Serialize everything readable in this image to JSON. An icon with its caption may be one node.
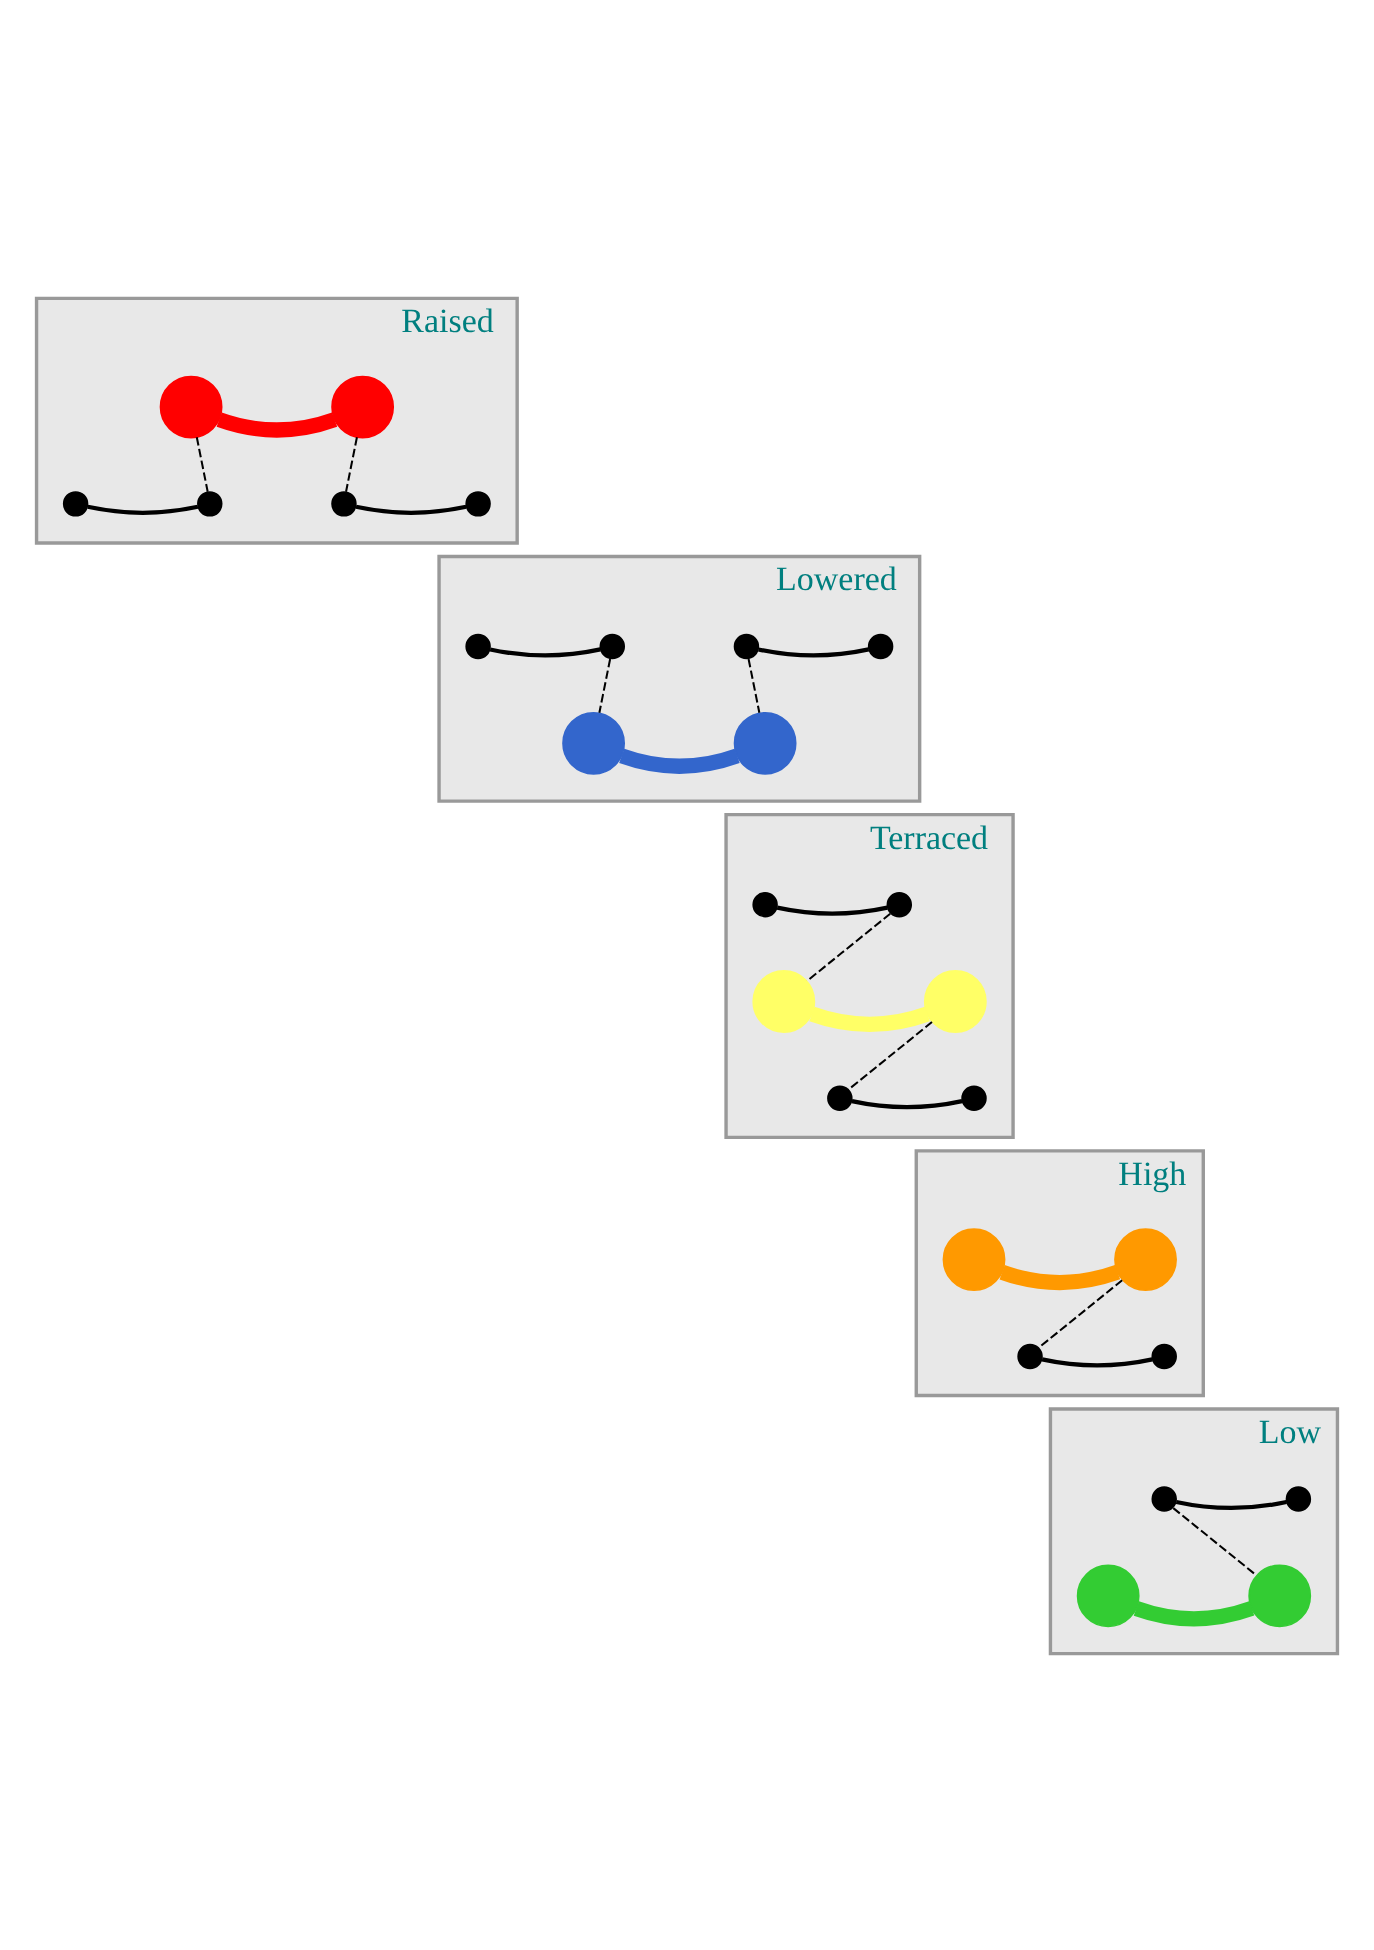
{
  "diagram": {
    "nodes": [
      {
        "text": [
          "Raised"
        ]
      },
      {
        "text": [],
        "shape": "circle",
        "in": 0
      },
      {
        "text": [],
        "shape": "circle",
        "in": 0
      },
      {
        "text": [],
        "shape": "circle",
        "in": 0
      },
      {
        "text": [],
        "shape": "circle",
        "in": 0
      },
      {
        "text": [],
        "shape": "circle",
        "in": 0
      },
      {
        "text": [],
        "shape": "circle",
        "in": 0
      },
      {
        "text": [
          "Lowered"
        ]
      },
      {
        "text": [],
        "shape": "circle",
        "in": 7
      },
      {
        "text": [],
        "shape": "circle",
        "in": 7
      },
      {
        "text": [],
        "shape": "circle",
        "in": 7
      },
      {
        "text": [],
        "shape": "circle",
        "in": 7
      },
      {
        "text": [],
        "shape": "circle",
        "in": 7
      },
      {
        "text": [],
        "shape": "circle",
        "in": 7
      },
      {
        "text": [
          "Terraced"
        ]
      },
      {
        "text": [],
        "shape": "circle",
        "in": 14
      },
      {
        "text": [],
        "shape": "circle",
        "in": 14
      },
      {
        "text": [],
        "shape": "circle",
        "in": 14
      },
      {
        "text": [],
        "shape": "circle",
        "in": 14
      },
      {
        "text": [],
        "shape": "circle",
        "in": 14
      },
      {
        "text": [],
        "shape": "circle",
        "in": 14
      },
      {
        "text": [
          "High"
        ]
      },
      {
        "text": [],
        "shape": "circle",
        "in": 21
      },
      {
        "text": [],
        "shape": "circle",
        "in": 21
      },
      {
        "text": [],
        "shape": "circle",
        "in": 21
      },
      {
        "text": [],
        "shape": "circle",
        "in": 21
      },
      {
        "text": [
          "Low"
        ]
      },
      {
        "text": [],
        "shape": "circle",
        "in": 26
      },
      {
        "text": [],
        "shape": "circle",
        "in": 26
      },
      {
        "text": [],
        "shape": "circle",
        "in": 26
      },
      {
        "text": [],
        "shape": "circle",
        "in": 26
      }
    ],
    "edges": [
      {
        "from": 1,
        "to": 2,
        "arrow": "none",
        "style": "thick",
        "color": "#ff0000"
      },
      {
        "from": 1,
        "to": 4,
        "arrow": "none",
        "style": "dashed"
      },
      {
        "from": 2,
        "to": 5,
        "arrow": "none",
        "style": "dashed"
      },
      {
        "from": 3,
        "to": 4,
        "arrow": "none"
      },
      {
        "from": 5,
        "to": 6,
        "arrow": "none"
      },
      {
        "from": 8,
        "to": 9,
        "arrow": "none"
      },
      {
        "from": 10,
        "to": 11,
        "arrow": "none"
      },
      {
        "from": 9,
        "to": 12,
        "arrow": "none",
        "style": "dashed"
      },
      {
        "from": 10,
        "to": 13,
        "arrow": "none",
        "style": "dashed"
      },
      {
        "from": 12,
        "to": 13,
        "arrow": "none",
        "style": "thick",
        "color": "#3366cc"
      },
      {
        "from": 15,
        "to": 16,
        "arrow": "none"
      },
      {
        "from": 16,
        "to": 17,
        "arrow": "none",
        "style": "dashed"
      },
      {
        "from": 17,
        "to": 18,
        "arrow": "none",
        "style": "thick",
        "color": "#ffff66"
      },
      {
        "from": 18,
        "to": 19,
        "arrow": "none",
        "style": "dashed"
      },
      {
        "from": 19,
        "to": 20,
        "arrow": "none"
      },
      {
        "from": 22,
        "to": 23,
        "arrow": "none",
        "style": "thick",
        "color": "#ff9900"
      },
      {
        "from": 23,
        "to": 24,
        "arrow": "none",
        "style": "dashed"
      },
      {
        "from": 24,
        "to": 25,
        "arrow": "none"
      },
      {
        "from": 27,
        "to": 28,
        "arrow": "none"
      },
      {
        "from": 27,
        "to": 30,
        "arrow": "none",
        "style": "dashed"
      },
      {
        "from": 29,
        "to": 30,
        "arrow": "none",
        "style": "thick",
        "color": "#33cc33"
      }
    ]
  }
}
